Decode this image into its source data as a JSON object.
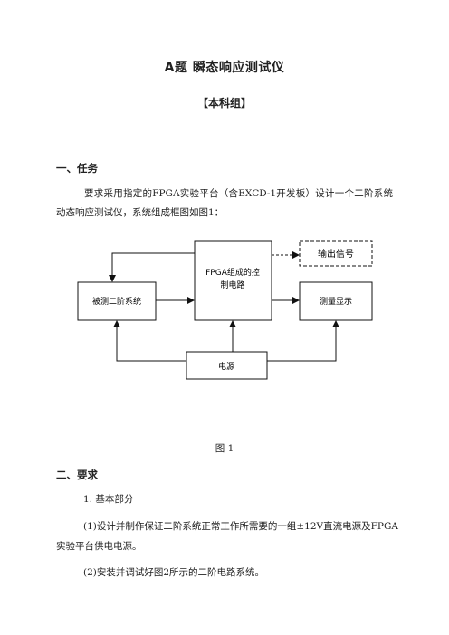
{
  "doc": {
    "title": "A题 瞬态响应测试仪",
    "group": "【本科组】",
    "section1": "一、任务",
    "task_text": "要求采用指定的FPGA实验平台（含EXCD-1开发板）设计一个二阶系统动态响应测试仪，系统组成框图如图1：",
    "figure_caption": "图 1",
    "section2": "二、要求",
    "basic_part": "1. 基本部分",
    "req1_line1": "(1)设计并制作保证二阶系统正常工作所需要的一组±12V直流电源及FPGA",
    "req1_line2": "实验平台供电电源。",
    "req2": "(2)安装并调试好图2所示的二阶电路系统。"
  },
  "diagram": {
    "fpga_label_1": "FPGA组成的控",
    "fpga_label_2": "制电路",
    "output_label": "输出信号",
    "system_label": "被测二阶系统",
    "display_label": "测量显示",
    "power_label": "电源"
  }
}
